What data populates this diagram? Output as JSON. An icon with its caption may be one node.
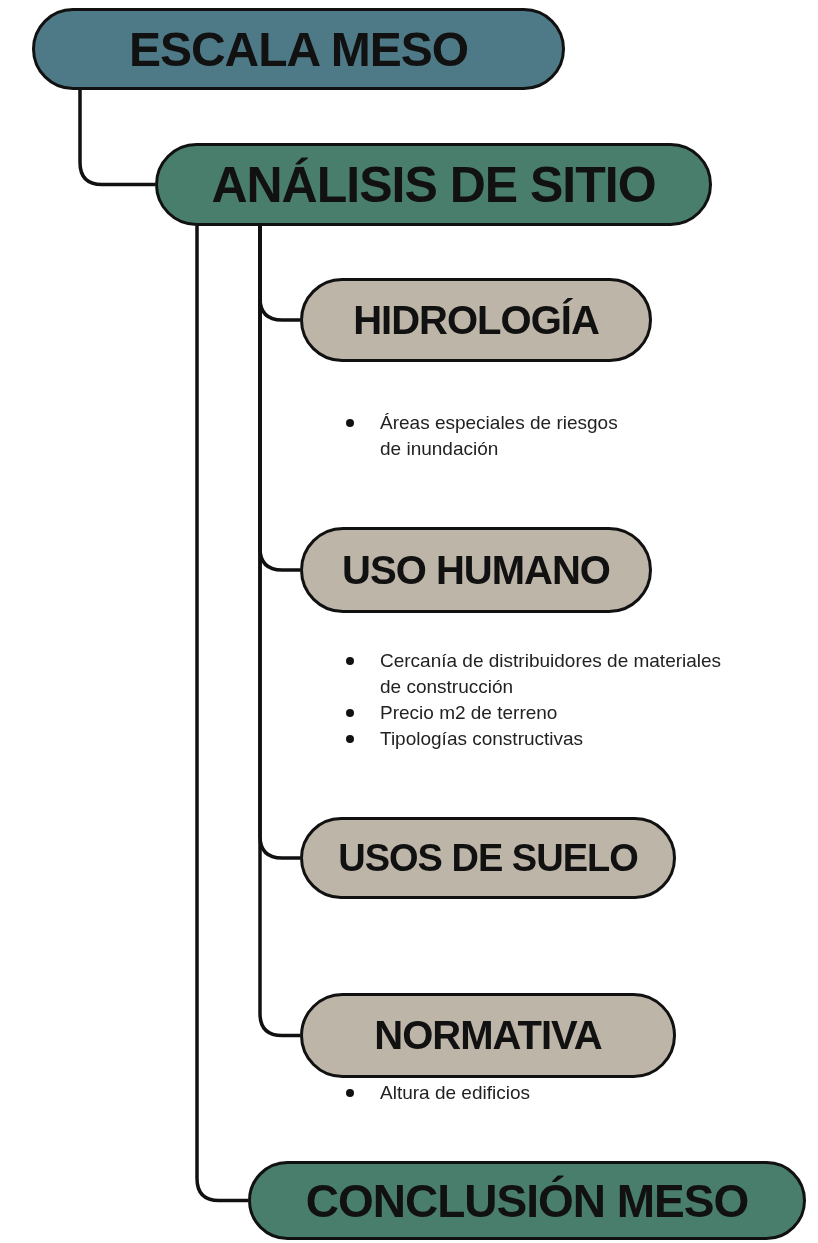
{
  "diagram": {
    "nodes": [
      {
        "text": [
          "ESCALA MESO"
        ]
      },
      {
        "text": [
          "ANÁLISIS DE SITIO"
        ]
      },
      {
        "text": [
          "HIDROLOGÍA"
        ],
        "beside": [
          "Áreas especiales de riesgos de inundación"
        ]
      },
      {
        "text": [
          "USO HUMANO"
        ],
        "beside": [
          "Cercanía de distribuidores de materiales de construcción",
          "Precio m2 de terreno",
          "Tipologías constructivas"
        ]
      },
      {
        "text": [
          "USOS DE SUELO"
        ]
      },
      {
        "text": [
          "NORMATIVA"
        ],
        "beside": [
          "Altura de edificios"
        ]
      },
      {
        "text": [
          "CONCLUSIÓN MESO"
        ]
      }
    ],
    "edges": [
      {
        "from": 0,
        "to": 1,
        "arrow": "none"
      },
      {
        "from": 1,
        "to": 2,
        "arrow": "none"
      },
      {
        "from": 1,
        "to": 3,
        "arrow": "none"
      },
      {
        "from": 1,
        "to": 4,
        "arrow": "none"
      },
      {
        "from": 1,
        "to": 5,
        "arrow": "none"
      },
      {
        "from": 1,
        "to": 6,
        "arrow": "none"
      }
    ]
  }
}
